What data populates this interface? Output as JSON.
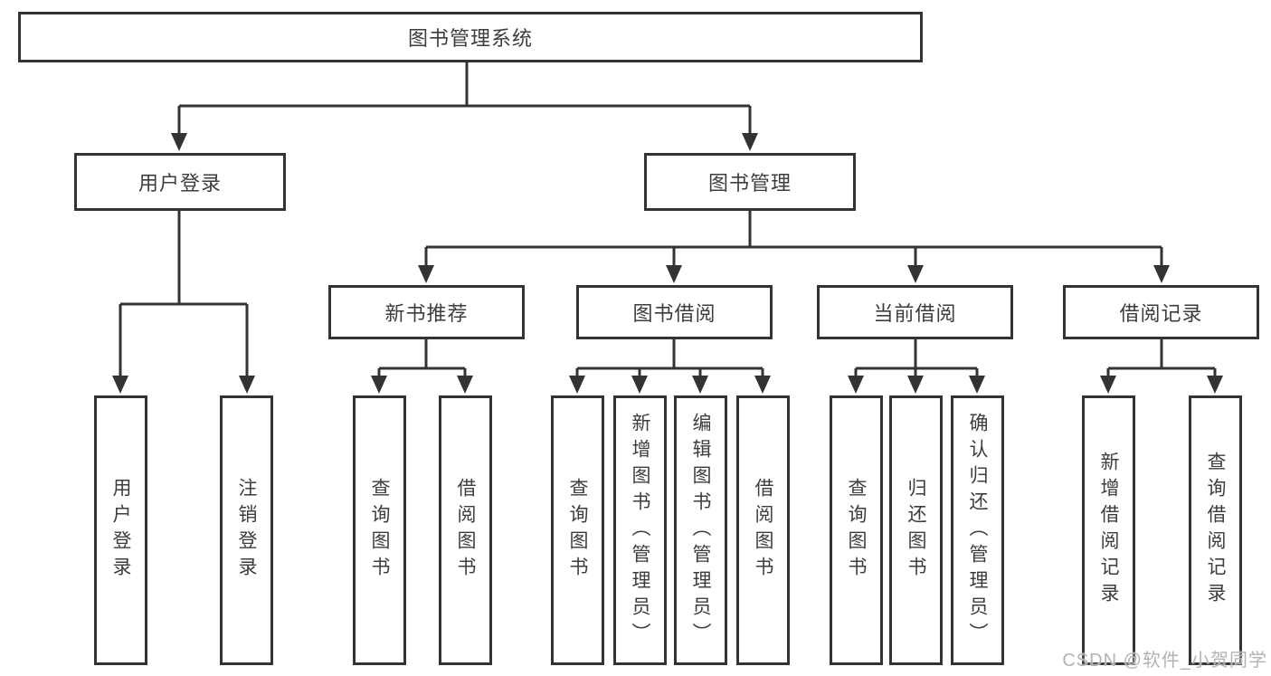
{
  "diagram": {
    "root": {
      "label": "图书管理系统"
    },
    "user_login": {
      "label": "用户登录",
      "children": [
        "用户登录",
        "注销登录"
      ]
    },
    "book_mgmt": {
      "label": "图书管理",
      "sections": [
        {
          "label": "新书推荐",
          "children": [
            "查询图书",
            "借阅图书"
          ]
        },
        {
          "label": "图书借阅",
          "children": [
            "查询图书",
            "新增图书（管理员）",
            "编辑图书（管理员）",
            "借阅图书"
          ]
        },
        {
          "label": "当前借阅",
          "children": [
            "查询图书",
            "归还图书",
            "确认归还（管理员）"
          ]
        },
        {
          "label": "借阅记录",
          "children": [
            "新增借阅记录",
            "查询借阅记录"
          ]
        }
      ]
    }
  },
  "watermark": "CSDN @软件_小贺同学",
  "colors": {
    "line": "#333333",
    "text": "#3d3d3d",
    "box_background": "#ffffff",
    "watermark": "#b3b3b3",
    "background": "#ffffff"
  }
}
